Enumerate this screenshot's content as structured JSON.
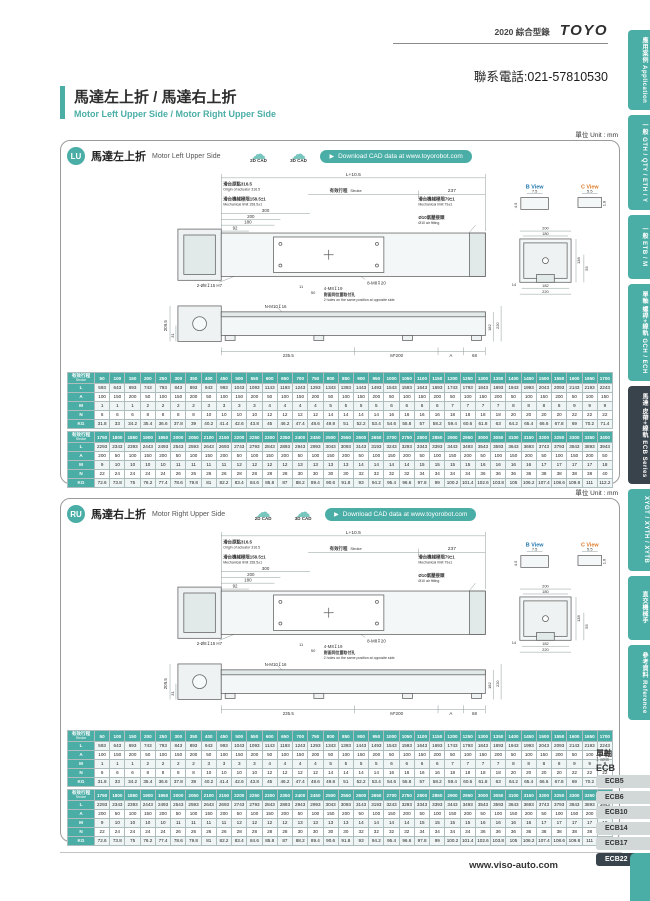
{
  "page": {
    "catalog": "2020 綜合型錄",
    "brand": "TOYO",
    "phone": "聯系電話:021-57810530",
    "title_zh": "馬達左上折 / 馬達右上折",
    "title_en": "Motor Left Upper Side / Motor Right Upper Side",
    "unit_note": "單位 Unit : mm",
    "footer_url": "www.viso-auto.com"
  },
  "sidebar": {
    "tabs": [
      {
        "label": "應用案例 Application",
        "active": false
      },
      {
        "label": "一般 GTH / QTY / ETH / Y",
        "active": false
      },
      {
        "label": "一般 ETB / M",
        "active": false
      },
      {
        "label": "單軸 螺桿+線軌 GCH / ECH",
        "active": false
      },
      {
        "label": "馬達 皮帶+線軌 ECB Series",
        "active": true
      },
      {
        "label": "XYGT / XYTH / XYTB",
        "active": false
      },
      {
        "label": "直交機械手",
        "active": false
      },
      {
        "label": "參考資料 Reference",
        "active": false
      }
    ]
  },
  "cad": {
    "d2": "2D CAD",
    "d3": "3D CAD",
    "download": "Download CAD data at www.toyorobot.com"
  },
  "panels": [
    {
      "badge": "LU",
      "title_zh": "馬達左上折",
      "title_en": "Motor Left Upper Side"
    },
    {
      "badge": "RU",
      "title_zh": "馬達右上折",
      "title_en": "Motor Right Upper Side"
    }
  ],
  "drawing": {
    "l105": "L+10.5",
    "origin_zh": "滑台原點316.5",
    "origin_en": "Origin of actuator 316.5",
    "stroke_zh": "有效行程",
    "stroke_en": "Stroke",
    "d237": "237",
    "mechl_zh": "滑台機械極限158.5±1",
    "mechl_en": "Mechanical limit 158.5±1",
    "mechr_zh": "滑台機械極限79±1",
    "mechr_en": "Mechanical limit 79±1",
    "d300": "300",
    "d200": "200",
    "d180": "180",
    "d92": "92",
    "air_zh": "Ø10氣壓接頭",
    "air_en": "Ø10 air fitting",
    "h2": "2-Ø8↧15 H7",
    "h8": "8-M8↧20",
    "d11": "11",
    "d50": "50",
    "h4": "4-M8↧19",
    "oppo_zh": "對面同位置取付孔",
    "oppo_en": "2 holes on the same position at opposite side.",
    "hn": "N-M10↧16",
    "d2095": "209.5",
    "d31": "31",
    "d2355": "235.5",
    "dm200": "M*200",
    "dA": "A",
    "d68": "68",
    "d182": "182",
    "d220": "220",
    "bview": "B View",
    "cview": "C View",
    "b75": "7.5",
    "b45": "4.5",
    "c55": "5.5",
    "c18": "1.8",
    "ev200": "200",
    "ev180": "180",
    "ev182": "182",
    "ev220": "220",
    "ev138": "138",
    "ev55": "55",
    "ev14": "14"
  },
  "spec_tables": {
    "stroke_label_zh": "有效行程",
    "stroke_label_en": "Stroke",
    "tables": [
      {
        "strokes": [
          "50",
          "100",
          "150",
          "200",
          "250",
          "300",
          "350",
          "400",
          "450",
          "500",
          "550",
          "600",
          "650",
          "700",
          "750",
          "800",
          "850",
          "900",
          "950",
          "1000",
          "1050",
          "1100",
          "1150",
          "1200",
          "1250",
          "1300",
          "1350",
          "1400",
          "1450",
          "1500",
          "1550",
          "1600",
          "1650",
          "1700"
        ],
        "rows": [
          {
            "label": "L",
            "values": [
              "593",
              "643",
              "693",
              "743",
              "793",
              "843",
              "893",
              "943",
              "993",
              "1043",
              "1093",
              "1143",
              "1193",
              "1243",
              "1293",
              "1343",
              "1393",
              "1443",
              "1493",
              "1543",
              "1593",
              "1643",
              "1693",
              "1743",
              "1793",
              "1843",
              "1893",
              "1943",
              "1993",
              "2043",
              "2093",
              "2143",
              "2193",
              "2243"
            ]
          },
          {
            "label": "A",
            "values": [
              "100",
              "150",
              "200",
              "50",
              "100",
              "150",
              "200",
              "50",
              "100",
              "150",
              "200",
              "50",
              "100",
              "150",
              "200",
              "50",
              "100",
              "150",
              "200",
              "50",
              "100",
              "150",
              "200",
              "50",
              "100",
              "150",
              "200",
              "50",
              "100",
              "150",
              "200",
              "50",
              "100",
              "150"
            ]
          },
          {
            "label": "M",
            "values": [
              "1",
              "1",
              "1",
              "2",
              "2",
              "2",
              "2",
              "3",
              "3",
              "3",
              "3",
              "4",
              "4",
              "4",
              "4",
              "5",
              "5",
              "5",
              "5",
              "6",
              "6",
              "6",
              "6",
              "7",
              "7",
              "7",
              "7",
              "8",
              "8",
              "8",
              "8",
              "9",
              "9",
              "9"
            ]
          },
          {
            "label": "N",
            "values": [
              "6",
              "6",
              "6",
              "8",
              "8",
              "8",
              "8",
              "10",
              "10",
              "10",
              "10",
              "12",
              "12",
              "12",
              "12",
              "14",
              "14",
              "14",
              "14",
              "16",
              "16",
              "16",
              "16",
              "18",
              "18",
              "18",
              "18",
              "20",
              "20",
              "20",
              "20",
              "22",
              "22",
              "22"
            ]
          },
          {
            "label": "KG",
            "values": [
              "31.8",
              "33",
              "34.2",
              "35.4",
              "36.6",
              "37.8",
              "39",
              "40.2",
              "41.4",
              "42.6",
              "43.8",
              "45",
              "46.2",
              "47.4",
              "48.6",
              "49.8",
              "51",
              "52.2",
              "53.4",
              "54.6",
              "55.8",
              "57",
              "58.2",
              "59.4",
              "60.6",
              "61.8",
              "63",
              "64.2",
              "65.4",
              "66.6",
              "67.8",
              "69",
              "70.2",
              "71.4"
            ]
          }
        ]
      },
      {
        "strokes": [
          "1750",
          "1800",
          "1850",
          "1900",
          "1950",
          "2000",
          "2050",
          "2100",
          "2150",
          "2200",
          "2250",
          "2300",
          "2350",
          "2400",
          "2450",
          "2500",
          "2550",
          "2600",
          "2650",
          "2700",
          "2750",
          "2800",
          "2850",
          "2900",
          "2950",
          "3000",
          "3050",
          "3100",
          "3150",
          "3200",
          "3250",
          "3300",
          "3350",
          "3400"
        ],
        "rows": [
          {
            "label": "L",
            "values": [
              "2293",
              "2343",
              "2393",
              "2443",
              "2493",
              "2543",
              "2593",
              "2643",
              "2693",
              "2743",
              "2793",
              "2843",
              "2893",
              "2943",
              "2993",
              "3043",
              "3093",
              "3143",
              "3193",
              "3243",
              "3293",
              "3343",
              "3393",
              "3443",
              "3493",
              "3543",
              "3593",
              "3643",
              "3693",
              "3743",
              "3793",
              "3843",
              "3893",
              "3943"
            ]
          },
          {
            "label": "A",
            "values": [
              "200",
              "50",
              "100",
              "150",
              "200",
              "50",
              "100",
              "150",
              "200",
              "50",
              "100",
              "150",
              "200",
              "50",
              "100",
              "150",
              "200",
              "50",
              "100",
              "150",
              "200",
              "50",
              "100",
              "150",
              "200",
              "50",
              "100",
              "150",
              "200",
              "50",
              "100",
              "150",
              "200",
              "50"
            ]
          },
          {
            "label": "M",
            "values": [
              "9",
              "10",
              "10",
              "10",
              "10",
              "11",
              "11",
              "11",
              "11",
              "12",
              "12",
              "12",
              "12",
              "13",
              "13",
              "13",
              "13",
              "14",
              "14",
              "14",
              "14",
              "15",
              "15",
              "15",
              "15",
              "16",
              "16",
              "16",
              "16",
              "17",
              "17",
              "17",
              "17",
              "18"
            ]
          },
          {
            "label": "N",
            "values": [
              "22",
              "24",
              "24",
              "24",
              "24",
              "26",
              "26",
              "26",
              "26",
              "28",
              "28",
              "28",
              "28",
              "30",
              "30",
              "30",
              "30",
              "32",
              "32",
              "32",
              "32",
              "34",
              "34",
              "34",
              "34",
              "36",
              "36",
              "36",
              "36",
              "38",
              "38",
              "38",
              "38",
              "40"
            ]
          },
          {
            "label": "KG",
            "values": [
              "72.6",
              "73.8",
              "75",
              "76.2",
              "77.4",
              "78.6",
              "79.8",
              "81",
              "82.2",
              "83.4",
              "84.6",
              "85.8",
              "87",
              "88.2",
              "89.4",
              "90.6",
              "91.8",
              "93",
              "94.2",
              "95.4",
              "96.6",
              "97.8",
              "99",
              "100.2",
              "101.4",
              "102.6",
              "103.8",
              "105",
              "106.2",
              "107.4",
              "108.6",
              "109.8",
              "111",
              "112.2"
            ]
          }
        ]
      }
    ]
  },
  "ecb_nav": {
    "group_zh": "單軸",
    "group_en": "1 axis",
    "group_code": "ECB",
    "items": [
      {
        "label": "ECB5",
        "active": false
      },
      {
        "label": "ECB6",
        "active": false
      },
      {
        "label": "ECB10",
        "active": false
      },
      {
        "label": "ECB14",
        "active": false
      },
      {
        "label": "ECB17",
        "active": false
      },
      {
        "label": "ECB22",
        "active": true
      }
    ]
  }
}
